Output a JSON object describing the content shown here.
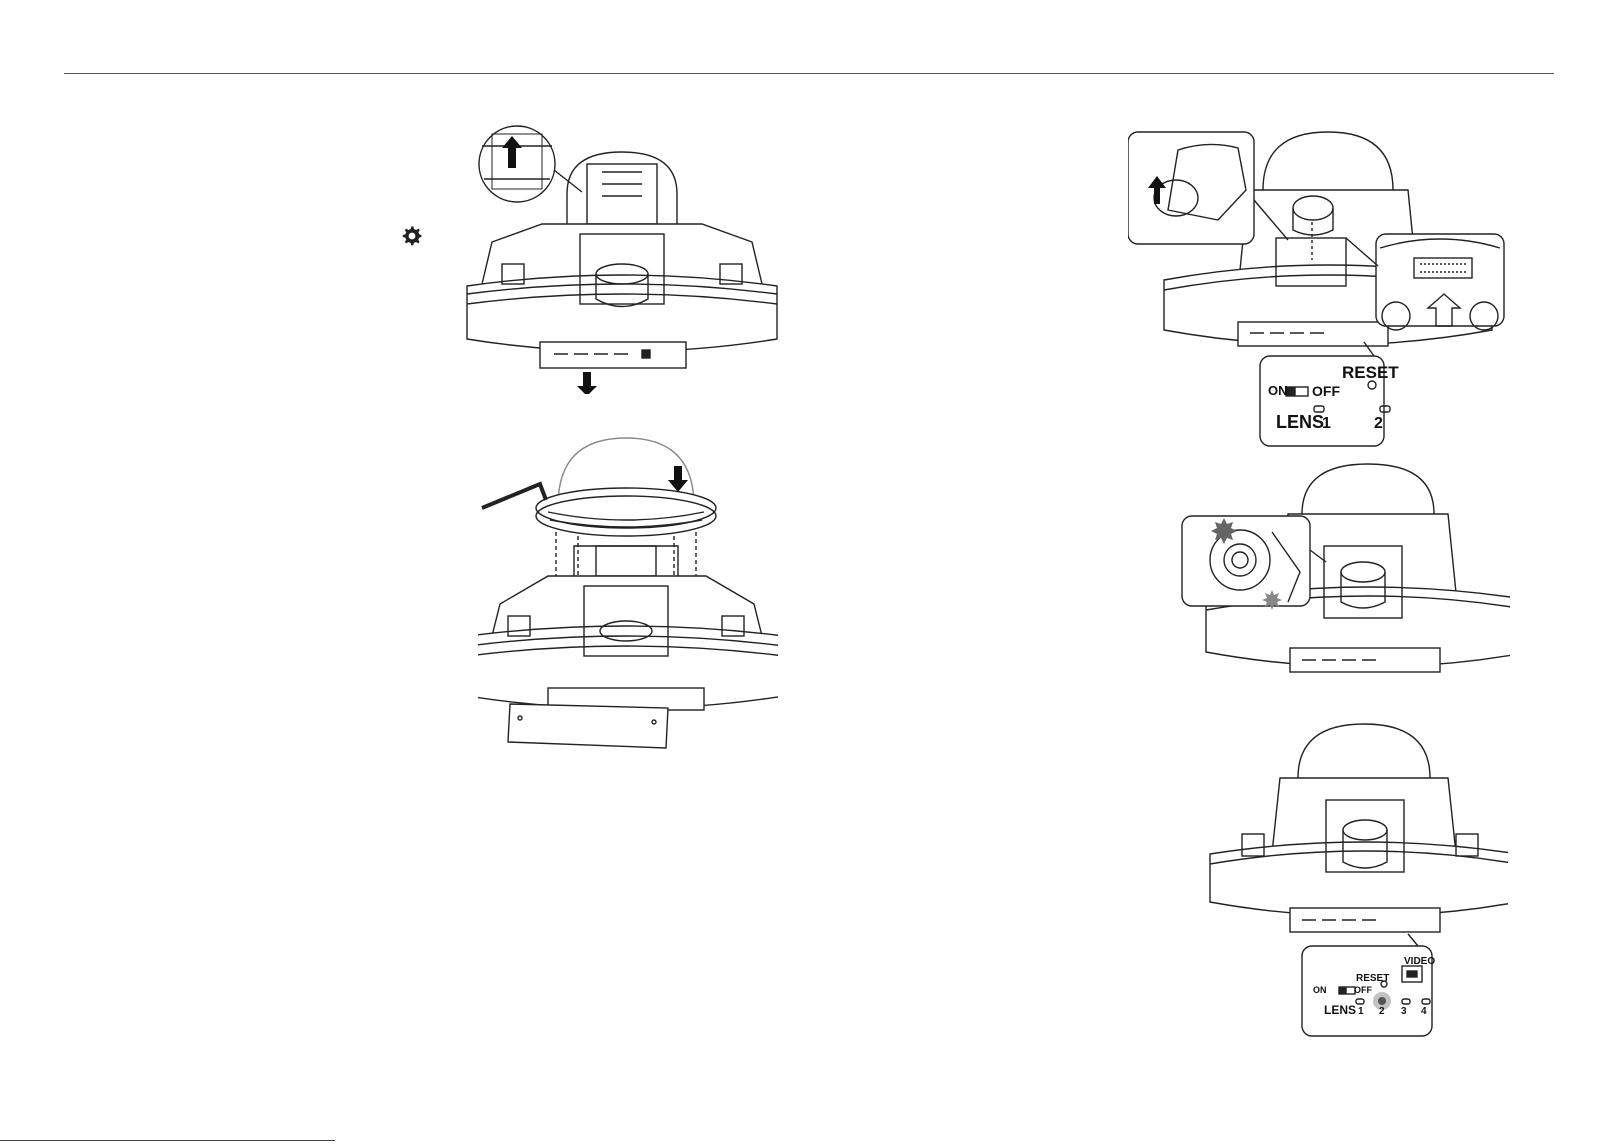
{
  "figures": {
    "top_right_inset": {
      "reset_label": "RESET",
      "on_label": "ON",
      "off_label": "OFF",
      "lens_label": "LENS",
      "num_1": "1",
      "num_2": "2"
    },
    "bottom_right_inset": {
      "video_label": "VIDEO",
      "reset_label": "RESET",
      "on_label": "ON",
      "off_label": "OFF",
      "lens_label": "LENS",
      "num_1": "1",
      "num_2": "2",
      "num_3": "3",
      "num_4": "4"
    }
  },
  "icons": {
    "settings": "gear-icon"
  }
}
